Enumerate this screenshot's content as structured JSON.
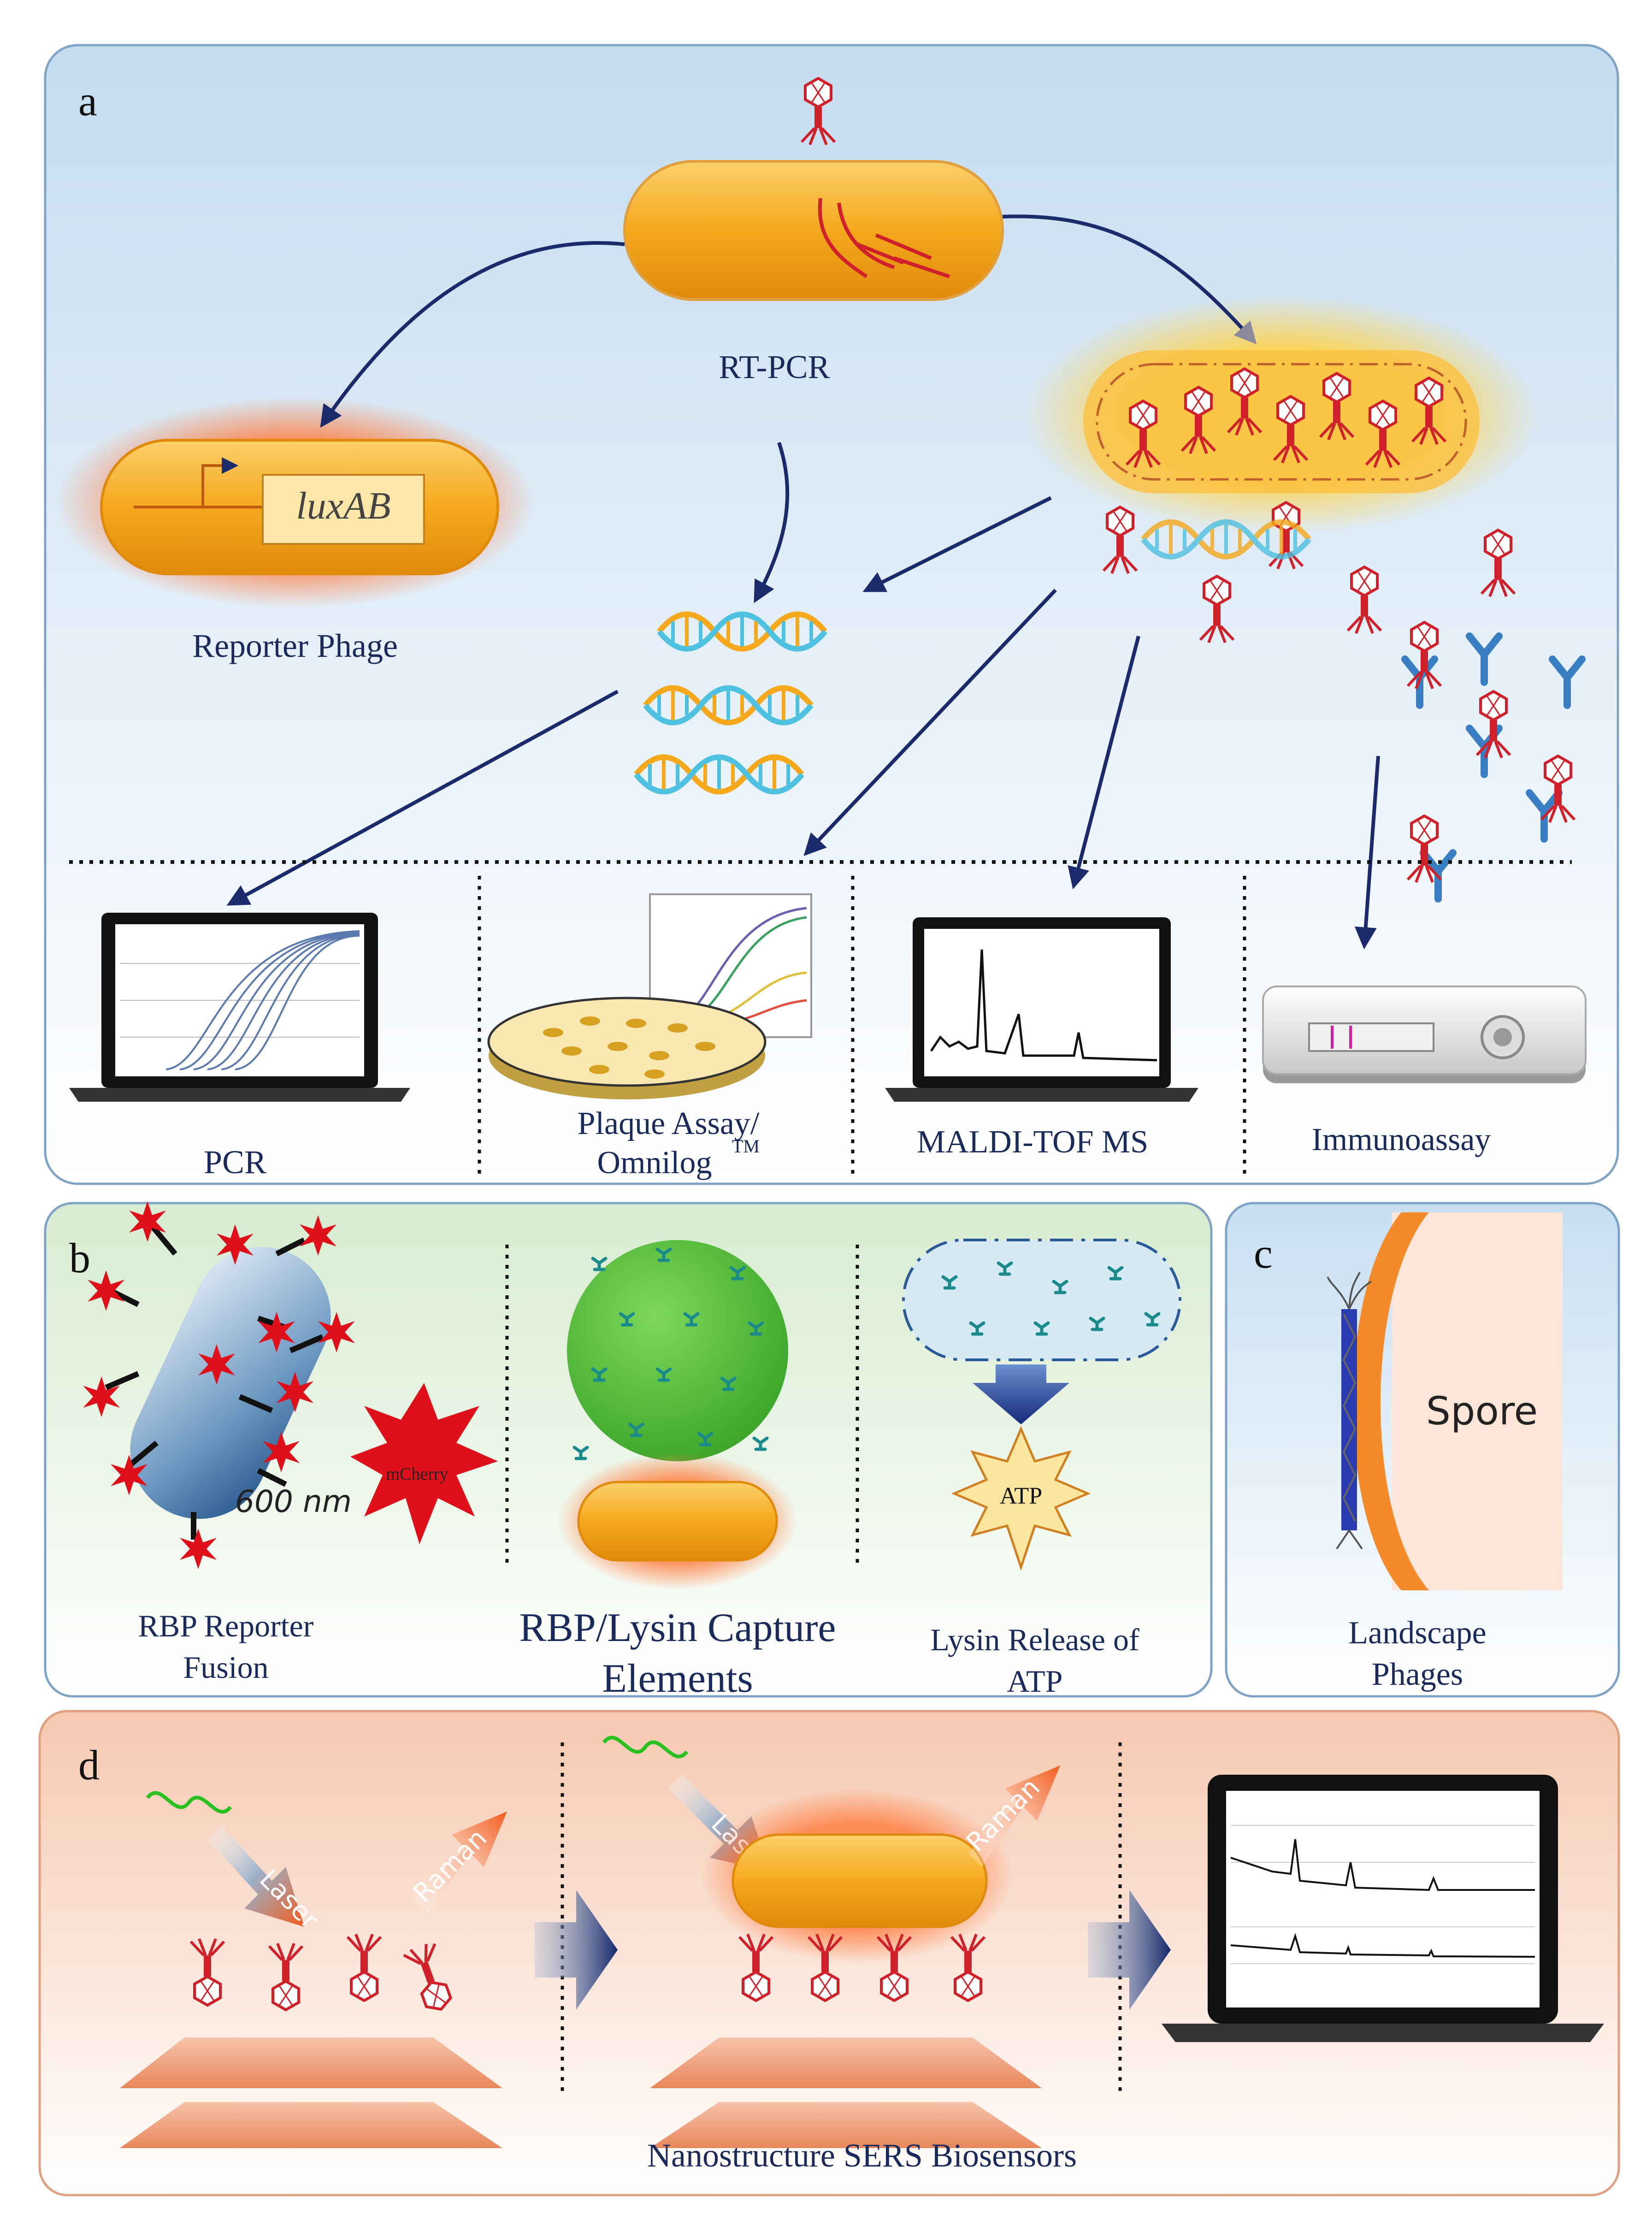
{
  "panels": {
    "a": {
      "letter": "a",
      "center_label": "RT-PCR",
      "left_label": "Reporter  Phage",
      "gene_box": "luxAB",
      "bottom_labels": {
        "pcr": "PCR",
        "plaque_line1": "Plaque Assay/",
        "plaque_line2": "Omnilog",
        "plaque_tm": "TM",
        "maldi": "MALDI-TOF  MS",
        "immuno": "Immunoassay"
      }
    },
    "b": {
      "letter": "b",
      "size_label": "600 nm",
      "star_label": "mCherry",
      "atp_label": "ATP",
      "col1_line1": "RBP Reporter",
      "col1_line2": "Fusion",
      "col2_line1": "RBP/Lysin Capture",
      "col2_line2": "Elements",
      "col3_line1": "Lysin Release  of",
      "col3_line2": "ATP"
    },
    "c": {
      "letter": "c",
      "spore_label": "Spore",
      "line1": "Landscape",
      "line2": "Phages"
    },
    "d": {
      "letter": "d",
      "laser1": "Laser",
      "raman1": "Raman",
      "laser2": "Laser",
      "raman2": "Raman",
      "caption": "Nanostructure  SERS Biosensors"
    }
  },
  "colors": {
    "arrow": "#1b2a6b",
    "bacterium": "#f5a81c",
    "phage": "#d0202a",
    "antibody": "#3a7fc4",
    "mcherry": "#e0101a"
  }
}
